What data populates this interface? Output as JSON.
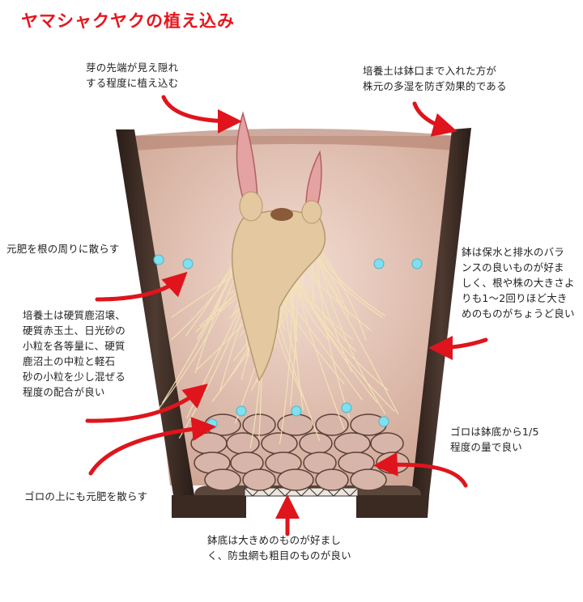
{
  "title": "ヤマシャクヤクの植え込み",
  "annotations": {
    "bud_tip": "芽の先端が見え隠れ\nする程度に植え込む",
    "soil_to_rim": "培養土は鉢口まで入れた方が\n株元の多湿を防ぎ効果的である",
    "fertilizer_roots": "元肥を根の周りに散らす",
    "pot_choice": "鉢は保水と排水のバラ\nンスの良いものが好ま\nしく、根や株の大きさよ\nりも1～2回りほど大き\nめのものがちょうど良い",
    "soil_mix": "培養土は硬質鹿沼壌、\n硬質赤玉土、日光砂の\n小粒を各等量に、硬質\n鹿沼土の中粒と軽石\n砂の小粒を少し混ぜる\n程度の配合が良い",
    "gravel_amount": "ゴロは鉢底から1/5\n程度の量で良い",
    "fertilizer_gravel": "ゴロの上にも元肥を散らす",
    "pot_bottom": "鉢底は大きめのものが好まし\nく、防虫網も粗目のものが良い"
  },
  "colors": {
    "title": "#e8141c",
    "arrow": "#e0141c",
    "pot_wall": "#3a2a22",
    "soil": "#e6c3b4",
    "root": "#f3e2b6",
    "pebble": "#d7b5a8",
    "fertilizer": "#7fe0f0"
  }
}
